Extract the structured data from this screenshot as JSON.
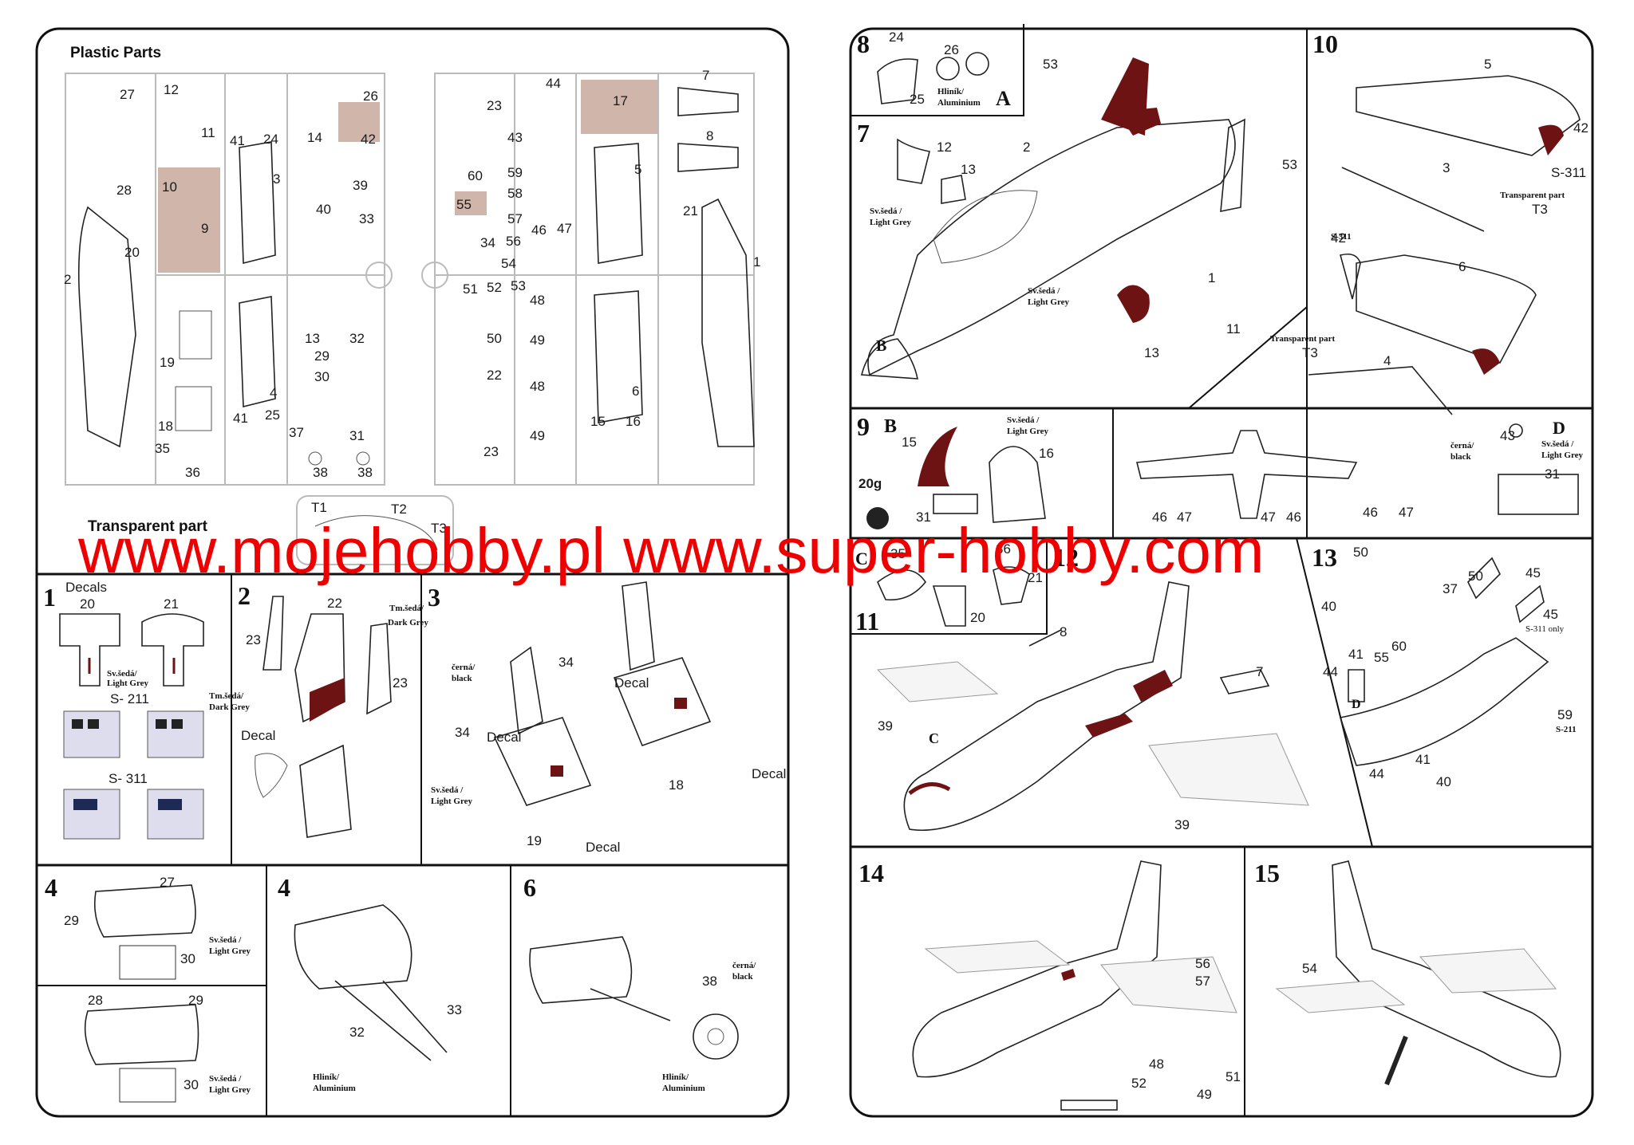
{
  "left_sheet": {
    "title": "Plastic Parts",
    "transparent_title": "Transparent part",
    "sprue_labels": [
      "27",
      "12",
      "11",
      "41",
      "24",
      "14",
      "26",
      "42",
      "28",
      "10",
      "9",
      "3",
      "39",
      "40",
      "33",
      "20",
      "2",
      "19",
      "18",
      "13",
      "32",
      "29",
      "30",
      "4",
      "41",
      "25",
      "37",
      "31",
      "35",
      "36",
      "38",
      "38",
      "23",
      "43",
      "59",
      "58",
      "57",
      "60",
      "55",
      "34",
      "56",
      "54",
      "46",
      "47",
      "44",
      "17",
      "5",
      "7",
      "8",
      "21",
      "1",
      "51",
      "52",
      "53",
      "48",
      "50",
      "49",
      "22",
      "48",
      "23",
      "49",
      "15",
      "16",
      "6"
    ],
    "clear_labels": [
      "T1",
      "T2",
      "T3"
    ]
  },
  "steps": {
    "s1": {
      "number": "1",
      "title": "Decals",
      "parts": [
        "20",
        "21"
      ],
      "note": "Sv.šedá / Light Grey",
      "versions": [
        "S- 211",
        "S- 311"
      ]
    },
    "s2": {
      "number": "2",
      "parts": [
        "22",
        "23",
        "23"
      ],
      "note_dark": "Tm.šedá/ Dark Grey",
      "note_dark2": "Tm.šedá / Dark Grey",
      "decal": "Decal"
    },
    "s3": {
      "number": "3",
      "parts": [
        "34",
        "34",
        "18",
        "19"
      ],
      "note_black": "černá/ black",
      "note_grey": "Sv.šedá / Light Grey",
      "decal": "Decal"
    },
    "s4a": {
      "number": "4",
      "parts": [
        "27",
        "29",
        "30"
      ],
      "note": "Sv.šedá / Light Grey"
    },
    "s4b": {
      "parts": [
        "28",
        "29",
        "30"
      ],
      "note": "Sv.šedá / Light Grey"
    },
    "s4c": {
      "number": "4",
      "parts": [
        "32",
        "33"
      ],
      "note": "Hliník/ Aluminium"
    },
    "s6": {
      "number": "6",
      "parts": [
        "38"
      ],
      "note_black": "černá/ black",
      "note_alu": "Hliník/ Aluminium"
    },
    "s8": {
      "number": "8",
      "parts": [
        "24",
        "26",
        "25"
      ],
      "note": "Hliník/ Aluminium",
      "letter": "A"
    },
    "s7": {
      "number": "7",
      "parts": [
        "53",
        "2",
        "12",
        "13",
        "53",
        "1",
        "11",
        "13"
      ],
      "note_grey": "Sv.šedá / Light Grey",
      "letter": "B"
    },
    "s9": {
      "number": "9",
      "letter": "B",
      "parts": [
        "15",
        "16",
        "31"
      ],
      "weight": "20g",
      "note": "Sv.šedá / Light Grey"
    },
    "s_wings": {
      "parts": [
        "46",
        "47",
        "47",
        "46",
        "46",
        "47"
      ]
    },
    "sD": {
      "letter": "D",
      "parts": [
        "43",
        "31"
      ],
      "note_black": "černá/ black",
      "note_grey": "Sv.šedá / Light Grey"
    },
    "s10": {
      "number": "10",
      "parts": [
        "5",
        "42",
        "3",
        "S-311",
        "42",
        "6",
        "4"
      ],
      "clear_note": "Transparent part",
      "clear_part": "T3",
      "version": "S-311"
    },
    "s11": {
      "number": "11",
      "letter": "C",
      "parts": [
        "35",
        "36",
        "21",
        "20"
      ]
    },
    "s12": {
      "number": "12",
      "parts": [
        "8",
        "7",
        "39",
        "39"
      ],
      "letter": "C"
    },
    "s13": {
      "number": "13",
      "parts": [
        "50",
        "50",
        "37",
        "45",
        "45",
        "40",
        "41",
        "55",
        "60",
        "44",
        "59",
        "41",
        "40",
        "44"
      ],
      "letter": "D",
      "only_note": "S-311 only",
      "version": "S-211"
    },
    "s14": {
      "number": "14",
      "parts": [
        "56",
        "57",
        "48",
        "51",
        "52",
        "49"
      ]
    },
    "s15": {
      "number": "15",
      "parts": [
        "54"
      ]
    }
  },
  "watermark": "www.mojehobby.pl www.super-hobby.com",
  "colors": {
    "maroon": "#6e1313",
    "shade": "#c8a89c",
    "watermark": "#ee0000"
  }
}
